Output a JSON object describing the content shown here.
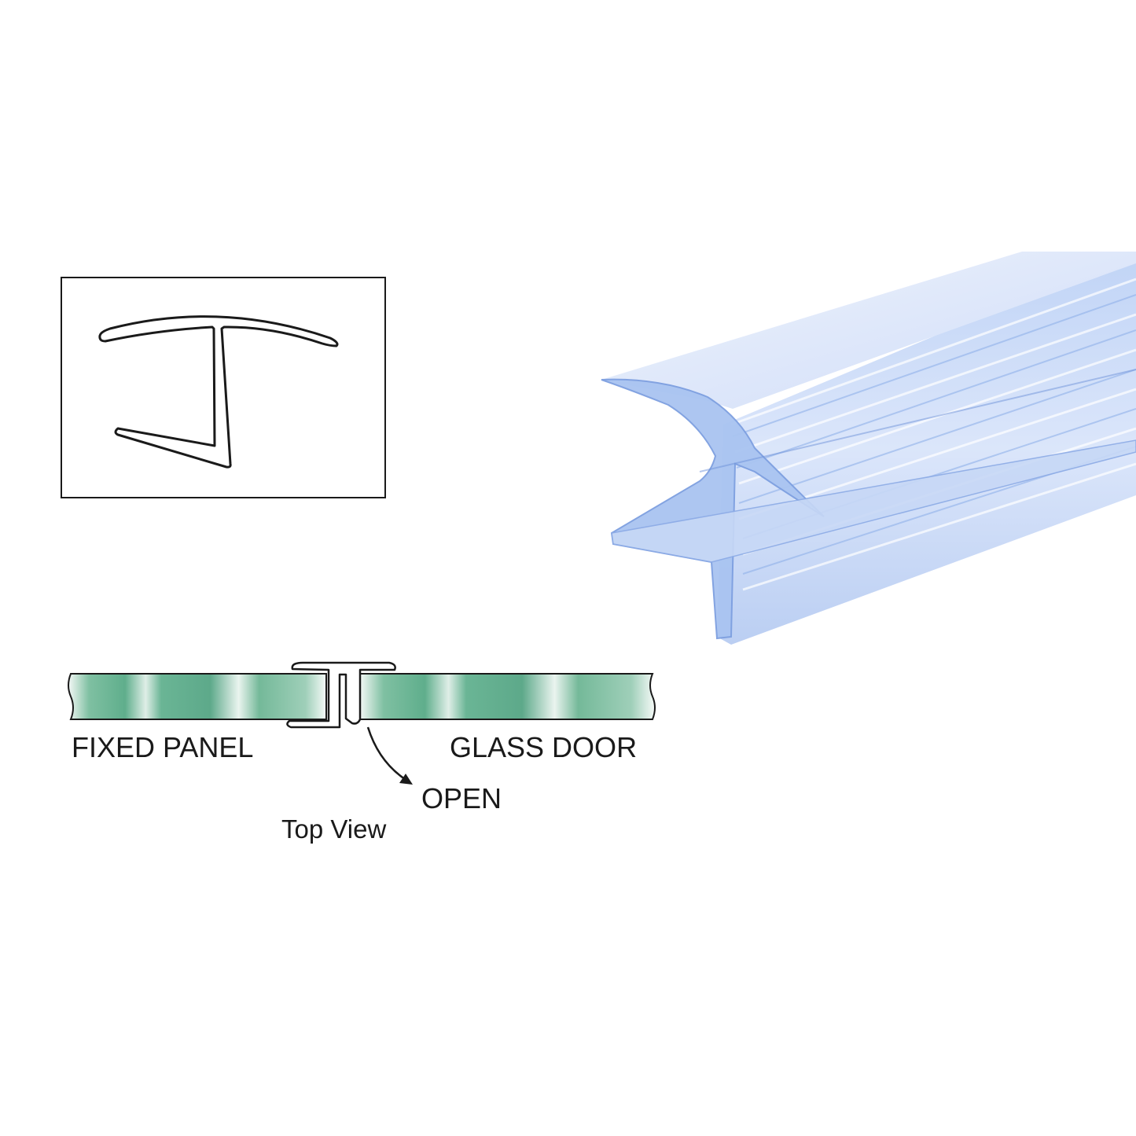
{
  "labels": {
    "fixed_panel": "FIXED PANEL",
    "glass_door": "GLASS DOOR",
    "open": "OPEN",
    "top_view": "Top View"
  },
  "colors": {
    "outline": "#1a1a1a",
    "glass_green": "#5fae8c",
    "glass_highlight": "#e9f3ee",
    "seal_blue_light": "#dbe7fb",
    "seal_blue_mid": "#a9c4f1",
    "seal_blue_dark": "#7d9fe0",
    "background": "#ffffff"
  }
}
